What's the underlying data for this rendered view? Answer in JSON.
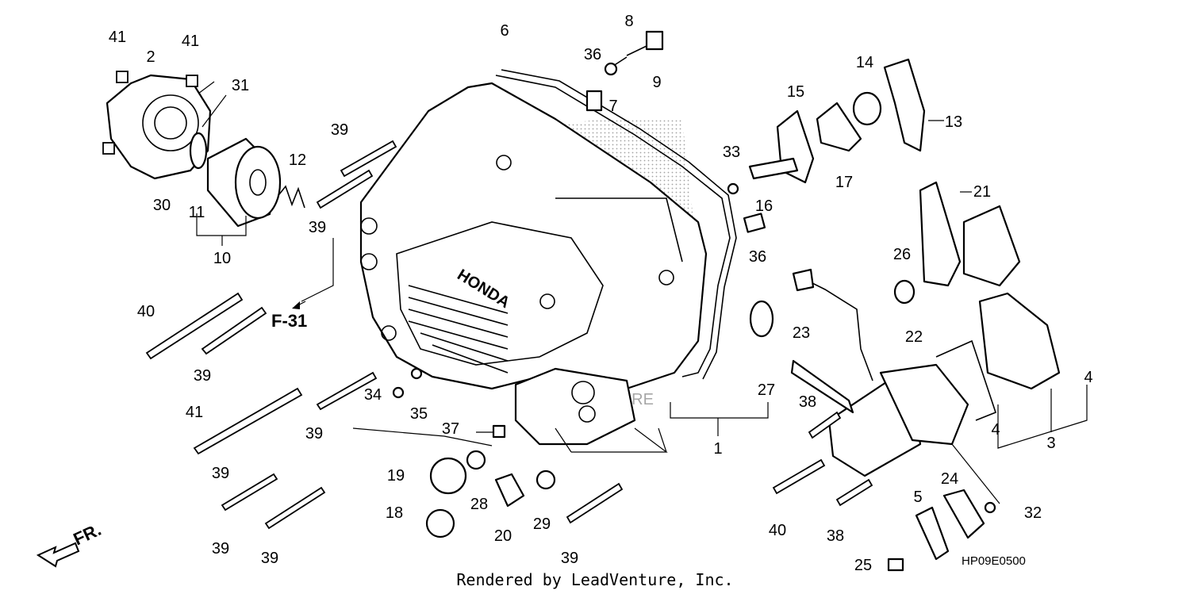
{
  "diagram": {
    "labels": [
      "1",
      "2",
      "3",
      "4",
      "4",
      "5",
      "6",
      "7",
      "8",
      "9",
      "10",
      "11",
      "12",
      "13",
      "14",
      "15",
      "16",
      "17",
      "18",
      "19",
      "20",
      "21",
      "22",
      "23",
      "24",
      "25",
      "26",
      "27",
      "28",
      "29",
      "30",
      "31",
      "32",
      "33",
      "34",
      "35",
      "36",
      "36",
      "37",
      "38",
      "38",
      "39",
      "39",
      "39",
      "39",
      "39",
      "39",
      "39",
      "39",
      "40",
      "40",
      "41",
      "41",
      "41"
    ],
    "ref_label": "F-31",
    "direction_label": "FR.",
    "diagram_code": "HP09E0500",
    "credit": "Rendered by LeadVenture, Inc.",
    "watermark": "LEADVENTURE",
    "cover_text": "HONDA"
  }
}
